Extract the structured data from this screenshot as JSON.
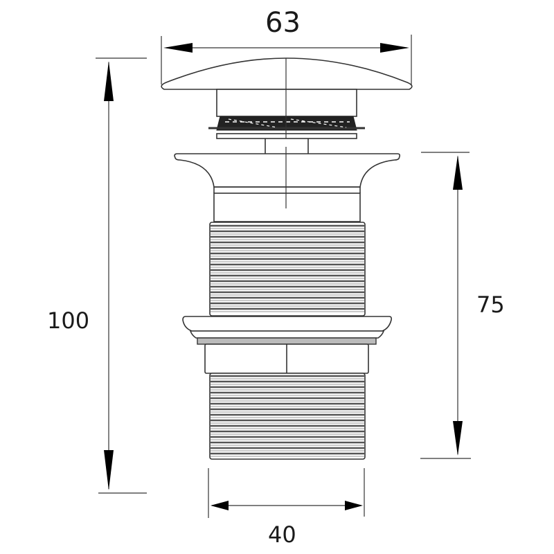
{
  "drawing": {
    "subject": "Pop-up basin waste technical drawing",
    "units_implied": "mm",
    "background_color": "#ffffff",
    "line_color": "#333333"
  },
  "dimensions": {
    "top_width": {
      "label": "63",
      "description": "cap diameter"
    },
    "total_height": {
      "label": "100",
      "description": "overall height"
    },
    "body_height": {
      "label": "75",
      "description": "flange to bottom height"
    },
    "thread_width": {
      "label": "40",
      "description": "thread diameter"
    }
  }
}
